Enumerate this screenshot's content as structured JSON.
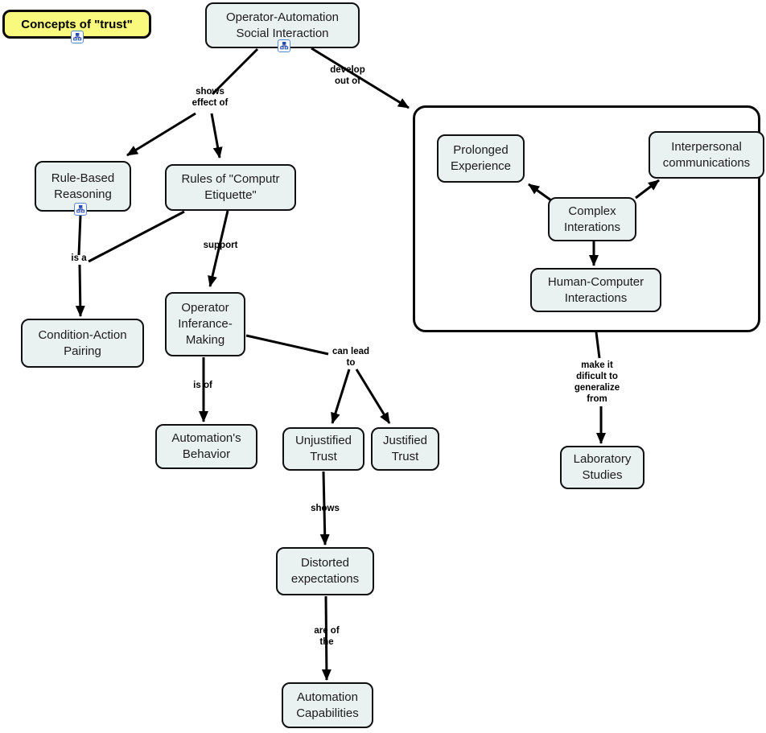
{
  "title": "Concepts of \"trust\"",
  "nodes": {
    "operator_automation": "Operator-Automation Social Interaction",
    "rule_based": "Rule-Based Reasoning",
    "rules_etiquette": "Rules of \"Computr Etiquette\"",
    "prolonged": "Prolonged Experience",
    "interpersonal": "Interpersonal communications",
    "complex": "Complex Interations",
    "human_computer": "Human-Computer Interactions",
    "condition_action": "Condition-Action Pairing",
    "operator_inference": "Operator Inferance-Making",
    "automations_behavior": "Automation's Behavior",
    "unjustified": "Unjustified Trust",
    "justified": "Justified Trust",
    "laboratory": "Laboratory Studies",
    "distorted": "Distorted expectations",
    "automation_capabilities": "Automation Capabilities"
  },
  "phrases": {
    "shows_effect_of": "shows effect of",
    "develop_out_of": "develop out of",
    "is_a": "is a",
    "support": "support",
    "is_of": "is of",
    "can_lead_to": "can lead to",
    "shows": "shows",
    "are_of_the": "are of the",
    "make_it": "make it dificult to generalize from"
  },
  "icons": {
    "submap_icon": "linked-submap-hierarchy"
  },
  "colors": {
    "node_fill": "#e9f1f1",
    "node_border": "#101010",
    "title_fill": "#f9f97d",
    "line": "#000000",
    "icon_border": "#5b87d2"
  }
}
